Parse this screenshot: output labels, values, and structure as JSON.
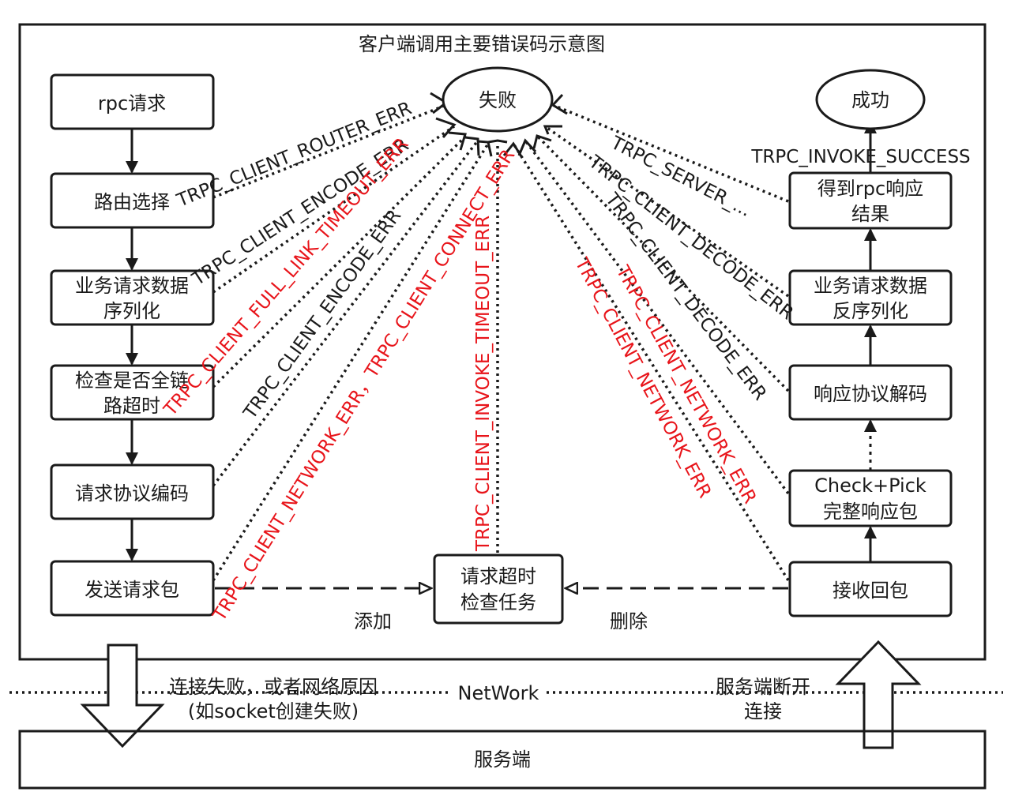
{
  "title": "客户端调用主要错误码示意图",
  "colors": {
    "normal": "#1a1a1a",
    "red": "#e8141a"
  },
  "nodes": {
    "rpc_request": "rpc请求",
    "route_select": "路由选择",
    "serialize": [
      "业务请求数据",
      "序列化"
    ],
    "full_link_check": [
      "检查是否全链",
      "路超时"
    ],
    "protocol_encode": "请求协议编码",
    "send_packet": "发送请求包",
    "timeout_task": [
      "请求超时",
      "检查任务"
    ],
    "receive_packet": "接收回包",
    "check_pick": [
      "Check+Pick",
      "完整响应包"
    ],
    "protocol_decode": "响应协议解码",
    "deserialize": [
      "业务请求数据",
      "反序列化"
    ],
    "get_result": [
      "得到rpc响应",
      "结果"
    ],
    "fail": "失败",
    "success": "成功",
    "server": "服务端"
  },
  "labels": {
    "router_err": "TRPC_CLIENT_ROUTER_ERR",
    "encode_err_1": "TRPC_CLIENT_ENCODE_ERR",
    "full_link_timeout": "TRPC_CLIENT_FULL_LINK_TIMEOUT_ERR",
    "encode_err_2": "TRPC_CLIENT_ENCODE_ERR",
    "connect_err": "TRPC_CLIENT_NETWORK_ERR，TRPC_CLIENT_CONNECT_ERR",
    "invoke_timeout": "TRPC_CLIENT_INVOKE_TIMEOUT_ERR",
    "network_err_1": "TRPC_CLIENT_NETWORK_ERR",
    "network_err_2": "TRPC_CLIENT_NETWORK_ERR",
    "decode_err_1": "TRPC_CLIENT_DECODE_ERR",
    "decode_err_2": "TRPC_CLIENT_DECODE_ERR",
    "server_err": "TRPC_SERVER_...",
    "invoke_success": "TRPC_INVOKE_SUCCESS",
    "add": "添加",
    "delete": "删除",
    "network": "NetWork",
    "connect_fail": [
      "连接失败，或者网络原因",
      "(如socket创建失败)"
    ],
    "server_disconnect": [
      "服务端断开",
      "连接"
    ]
  }
}
